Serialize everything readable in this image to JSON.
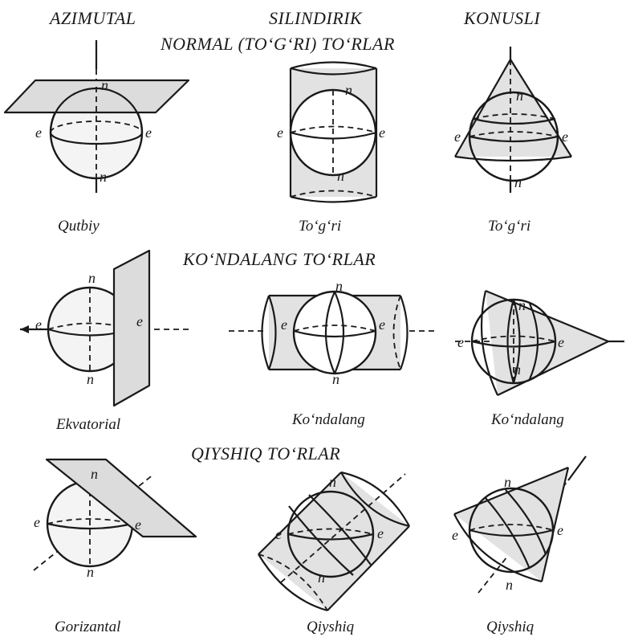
{
  "headers": {
    "azimutal": "AZIMUTAL",
    "silindrik": "SILINDIRIK",
    "konusli": "KONUSLI"
  },
  "sections": {
    "normal": "NORMAL (TO‘G‘RI) TO‘RLAR",
    "kondalang": "KO‘NDALANG TO‘RLAR",
    "qiyshiq": "QIYSHIQ TO‘RLAR"
  },
  "captions": {
    "r1c1": "Qutbiy",
    "r1c2": "To‘g‘ri",
    "r1c3": "To‘g‘ri",
    "r2c1": "Ekvatorial",
    "r2c2": "Ko‘ndalang",
    "r2c3": "Ko‘ndalang",
    "r3c1": "Gorizantal",
    "r3c2": "Qiyshiq",
    "r3c3": "Qiyshiq"
  },
  "point_labels": {
    "pole": "n",
    "equator": "e"
  }
}
